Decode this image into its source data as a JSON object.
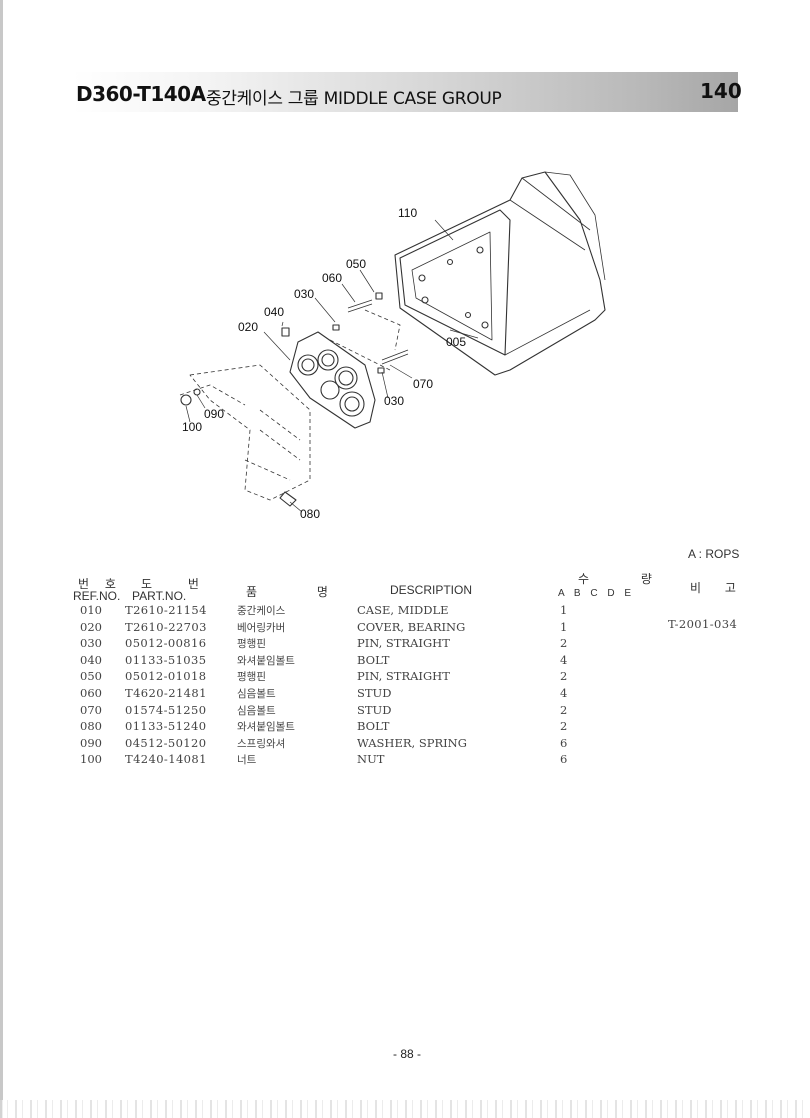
{
  "header": {
    "model_code": "D360-T140A",
    "group_title": "중간케이스 그룹 MIDDLE CASE GROUP",
    "group_no": "140"
  },
  "diagram": {
    "callouts": [
      "110",
      "050",
      "060",
      "030",
      "040",
      "020",
      "005",
      "070",
      "030",
      "090",
      "100",
      "080"
    ]
  },
  "legend": "A : ROPS",
  "table": {
    "headers": {
      "ref_ko": "번 호",
      "ref_en": "REF.NO.",
      "part_ko": "도 번",
      "part_en": "PART.NO.",
      "name_ko": "품 명",
      "description": "DESCRIPTION",
      "qty_ko": "수 량",
      "qty_cols": "A B C D E",
      "remarks_ko": "비 고"
    },
    "rows": [
      {
        "ref": "010",
        "part": "T2610-21154",
        "name_ko": "중간케이스",
        "desc": "CASE, MIDDLE",
        "qty": "1",
        "remarks": "T-2001-034"
      },
      {
        "ref": "020",
        "part": "T2610-22703",
        "name_ko": "베어링카버",
        "desc": "COVER, BEARING",
        "qty": "1",
        "remarks": ""
      },
      {
        "ref": "030",
        "part": "05012-00816",
        "name_ko": "평행핀",
        "desc": "PIN, STRAIGHT",
        "qty": "2",
        "remarks": ""
      },
      {
        "ref": "040",
        "part": "01133-51035",
        "name_ko": "와셔붙임볼트",
        "desc": "BOLT",
        "qty": "4",
        "remarks": ""
      },
      {
        "ref": "050",
        "part": "05012-01018",
        "name_ko": "평행핀",
        "desc": "PIN, STRAIGHT",
        "qty": "2",
        "remarks": ""
      },
      {
        "ref": "060",
        "part": "T4620-21481",
        "name_ko": "심음볼트",
        "desc": "STUD",
        "qty": "4",
        "remarks": ""
      },
      {
        "ref": "070",
        "part": "01574-51250",
        "name_ko": "심음볼트",
        "desc": "STUD",
        "qty": "2",
        "remarks": ""
      },
      {
        "ref": "080",
        "part": "01133-51240",
        "name_ko": "와셔붙임볼트",
        "desc": "BOLT",
        "qty": "2",
        "remarks": ""
      },
      {
        "ref": "090",
        "part": "04512-50120",
        "name_ko": "스프링와셔",
        "desc": "WASHER, SPRING",
        "qty": "6",
        "remarks": ""
      },
      {
        "ref": "100",
        "part": "T4240-14081",
        "name_ko": "너트",
        "desc": "NUT",
        "qty": "6",
        "remarks": ""
      }
    ]
  },
  "footer": {
    "page": "- 88 -"
  }
}
